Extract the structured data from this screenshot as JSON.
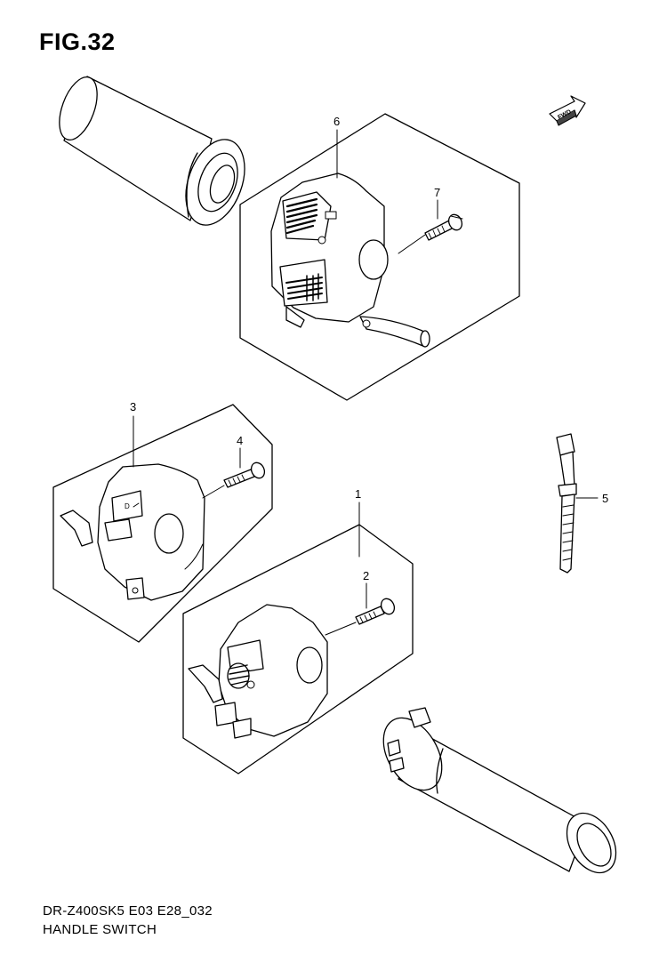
{
  "figure": {
    "title": "FIG.32",
    "model_code": "DR-Z400SK5 E03 E28_032",
    "name": "HANDLE SWITCH"
  },
  "direction_tag": "FWD",
  "callouts": [
    {
      "id": "1",
      "label": "1"
    },
    {
      "id": "2",
      "label": "2"
    },
    {
      "id": "3",
      "label": "3"
    },
    {
      "id": "4",
      "label": "4"
    },
    {
      "id": "5",
      "label": "5"
    },
    {
      "id": "6",
      "label": "6"
    },
    {
      "id": "7",
      "label": "7"
    }
  ]
}
